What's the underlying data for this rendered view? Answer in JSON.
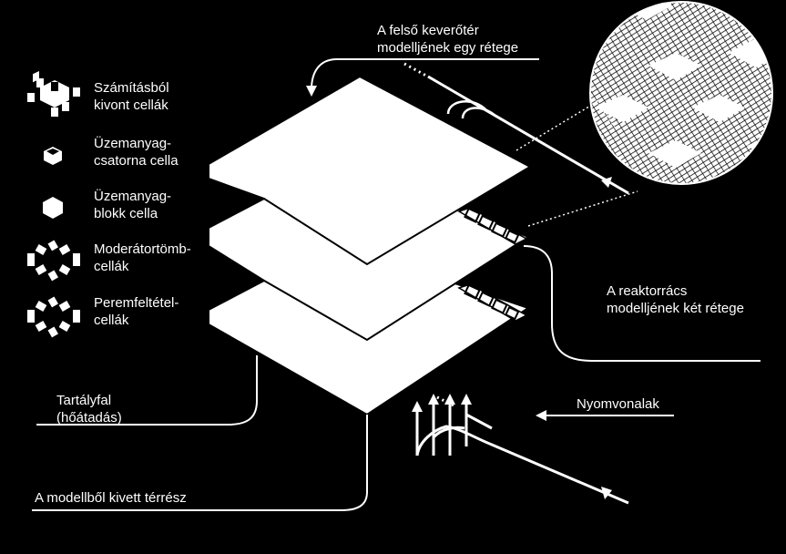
{
  "legend": [
    {
      "line1": "Számításból",
      "line2": "kivont cellák",
      "icon": "excluded-cells-icon"
    },
    {
      "line1": "Üzemanyag-",
      "line2": "csatorna cella",
      "icon": "fuel-channel-cell-icon"
    },
    {
      "line1": "Üzemanyag-",
      "line2": "blokk cella",
      "icon": "fuel-block-cell-icon"
    },
    {
      "line1": "Moderátortömb-",
      "line2": "cellák",
      "icon": "moderator-block-cells-icon"
    },
    {
      "line1": "Peremfeltétel-",
      "line2": "cellák",
      "icon": "boundary-condition-cells-icon"
    }
  ],
  "labels": {
    "upper_mixing_line1": "A felső keverőtér",
    "upper_mixing_line2": "modelljének egy rétege",
    "reactor_grid_line1": "A reaktorrács",
    "reactor_grid_line2": "modelljének két rétege",
    "vessel_wall_line1": "Tartályfal",
    "vessel_wall_line2": "(hőátadás)",
    "tracks": "Nyomvonalak",
    "excluded_space": "A modellből kivett térrész"
  },
  "colors": {
    "background": "#000000",
    "foreground": "#ffffff"
  }
}
